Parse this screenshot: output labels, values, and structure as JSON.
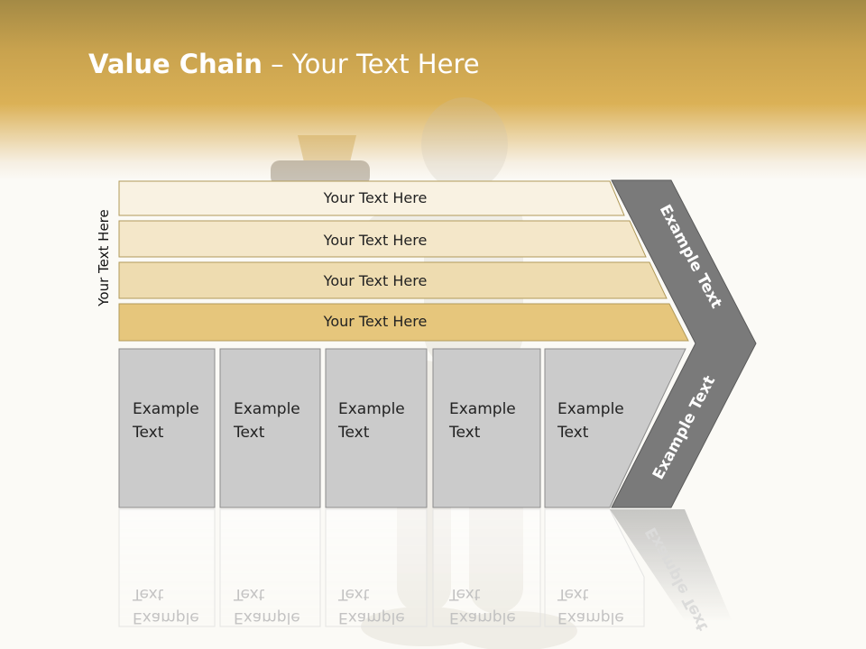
{
  "title": {
    "bold": "Value Chain",
    "rest": " – Your Text Here"
  },
  "side_label": "Your Text Here",
  "rows": [
    {
      "label": "Your Text Here",
      "color": "#f9f2e2"
    },
    {
      "label": "Your Text Here",
      "color": "#f4e7c9"
    },
    {
      "label": "Your Text Here",
      "color": "#eedcb0"
    },
    {
      "label": "Your Text Here",
      "color": "#e6c67c"
    }
  ],
  "boxes": [
    {
      "line1": "Example",
      "line2": "Text"
    },
    {
      "line1": "Example",
      "line2": "Text"
    },
    {
      "line1": "Example",
      "line2": "Text"
    },
    {
      "line1": "Example",
      "line2": "Text"
    },
    {
      "line1": "Example",
      "line2": "Text"
    }
  ],
  "arrow": {
    "upper_label": "Example Text",
    "lower_label": "Example Text",
    "color": "#7a7a7a"
  },
  "colors": {
    "box_fill": "#cbcbcb",
    "box_stroke": "#8c8c8c",
    "row_stroke": "#b19a5a",
    "header_gold": "#dbb156"
  }
}
